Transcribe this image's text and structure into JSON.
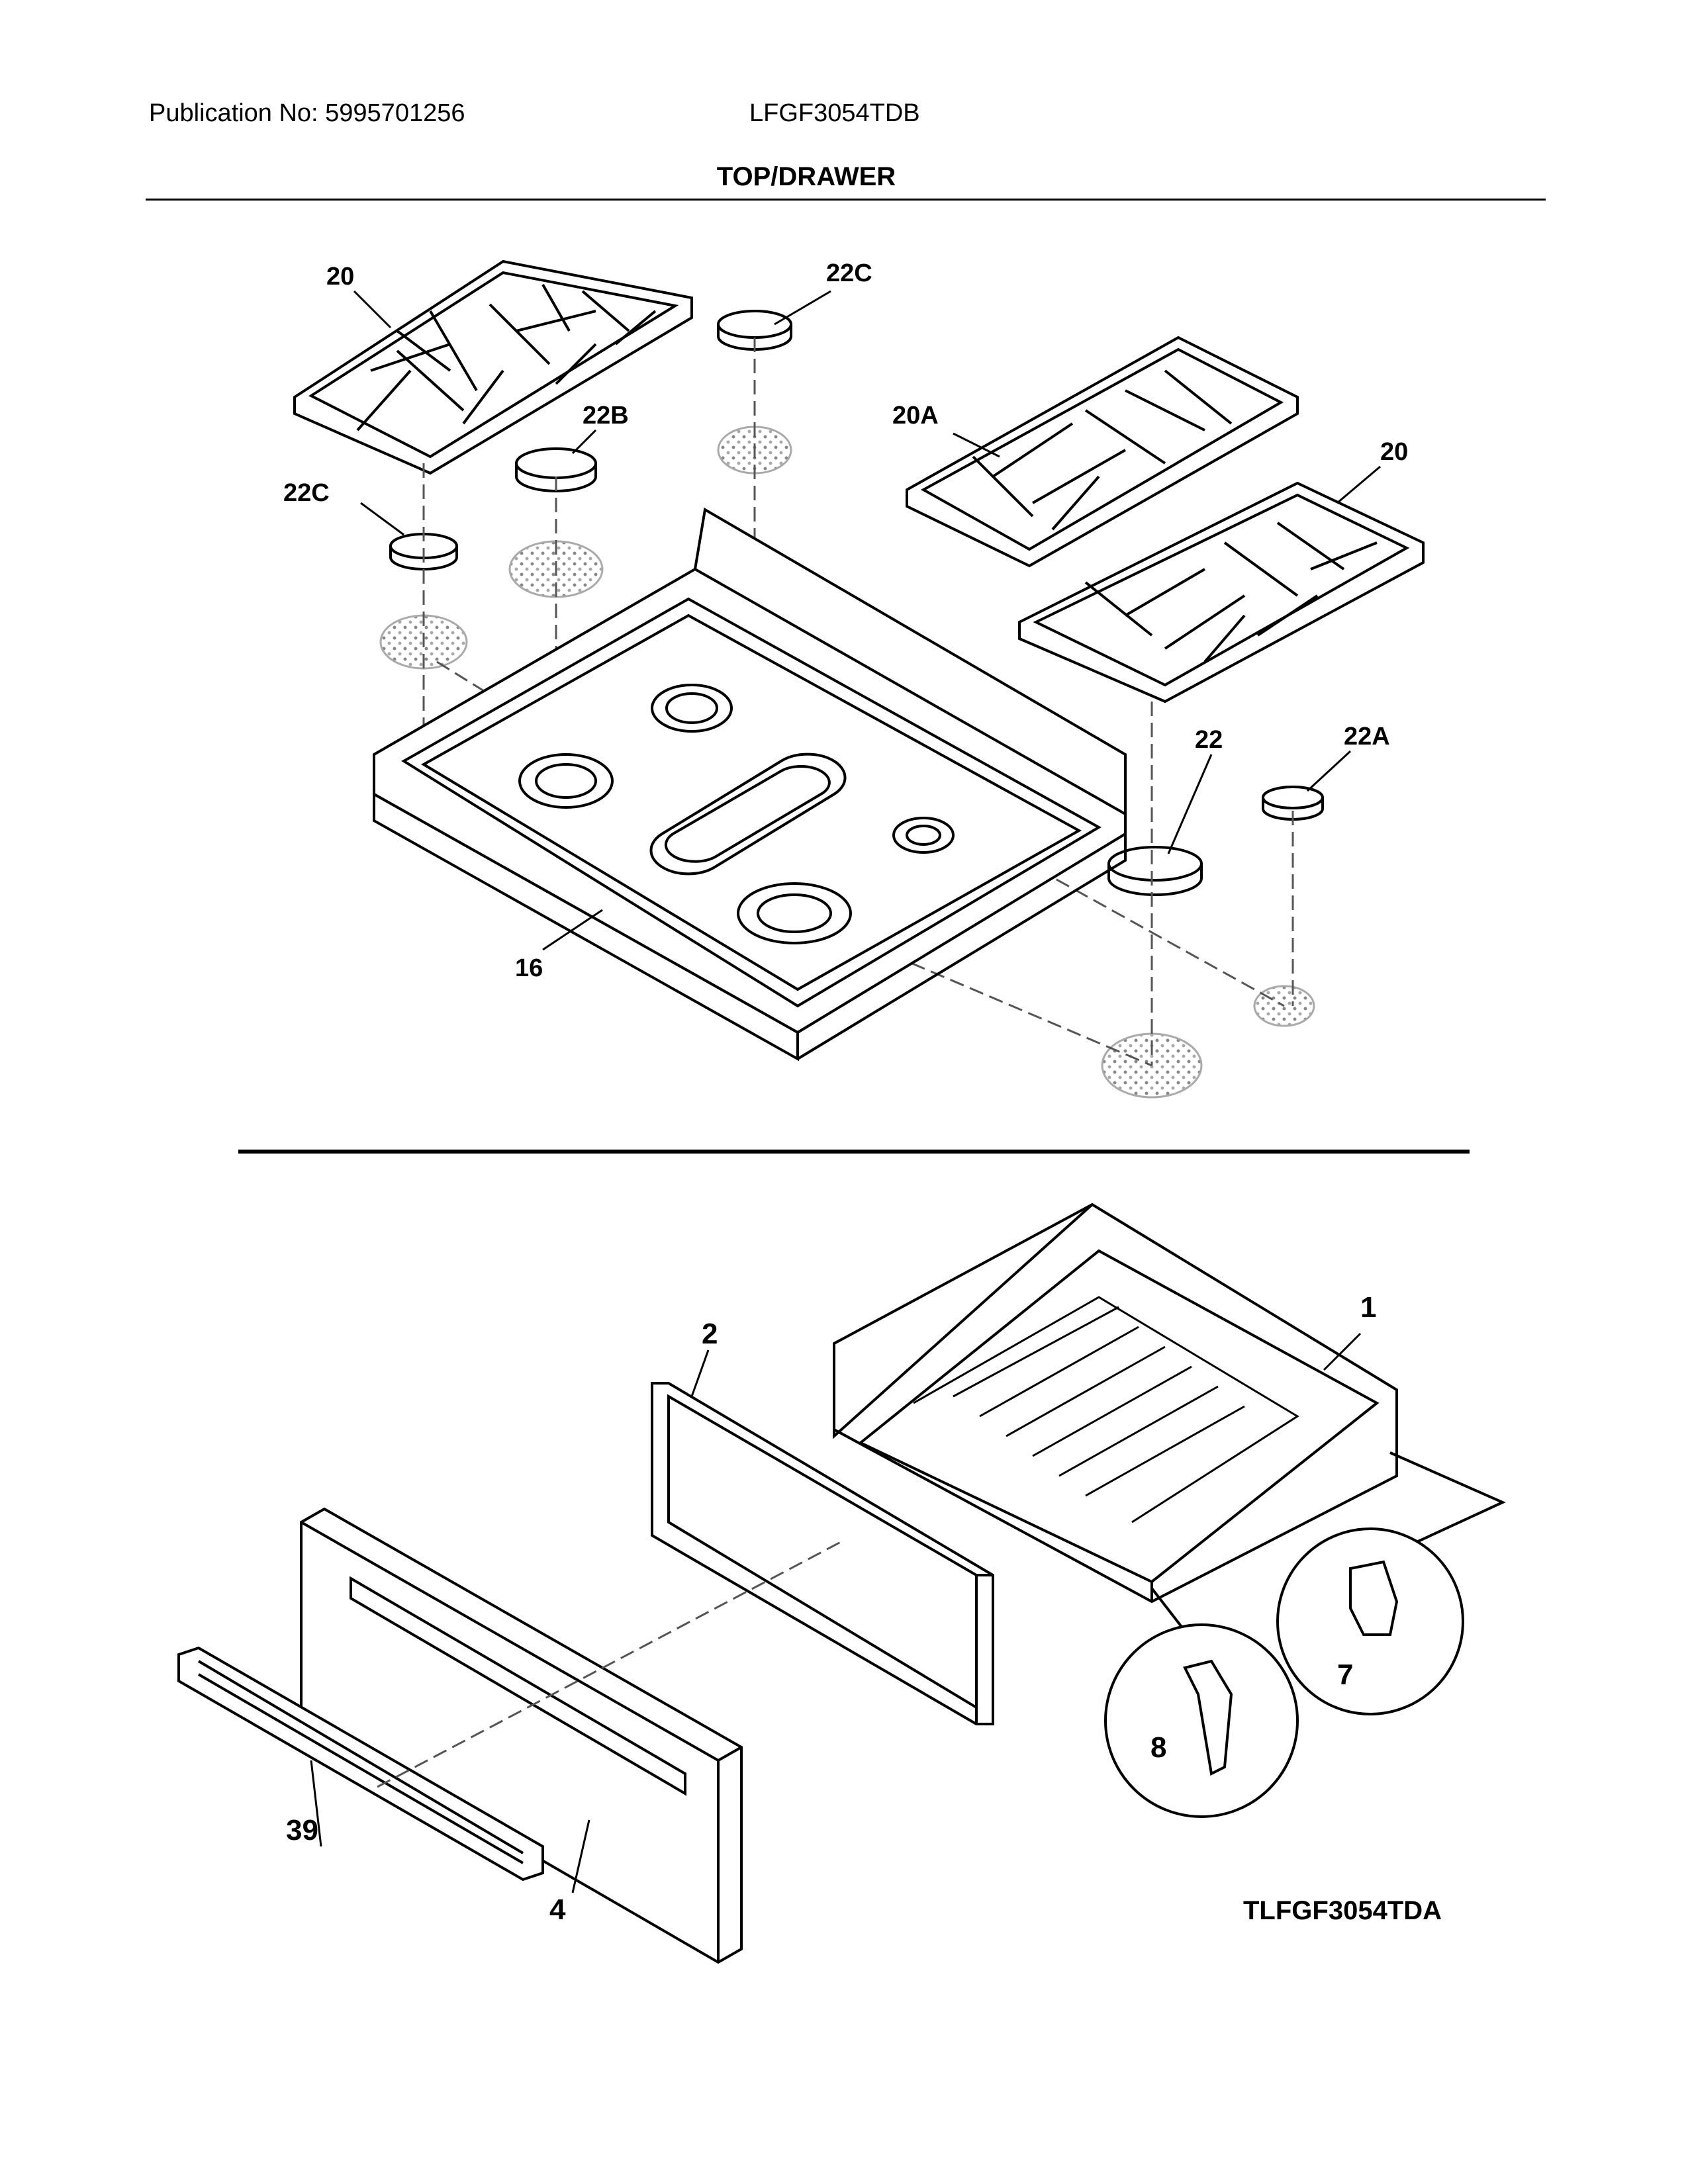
{
  "header": {
    "publication": "Publication No: 5995701256",
    "model": "LFGF3054TDB",
    "section_title": "TOP/DRAWER"
  },
  "callouts": {
    "grate_left": "20",
    "cap_22c_top": "22C",
    "cap_22b": "22B",
    "cap_22c_left": "22C",
    "grate_20a": "20A",
    "grate_right": "20",
    "cap_22": "22",
    "cap_22a": "22A",
    "cooktop": "16",
    "drawer_body": "1",
    "drawer_frame": "2",
    "drawer_front": "4",
    "drawer_handle": "39",
    "clip_7": "7",
    "slide_8": "8"
  },
  "figure_id": "TLFGF3054TDA"
}
